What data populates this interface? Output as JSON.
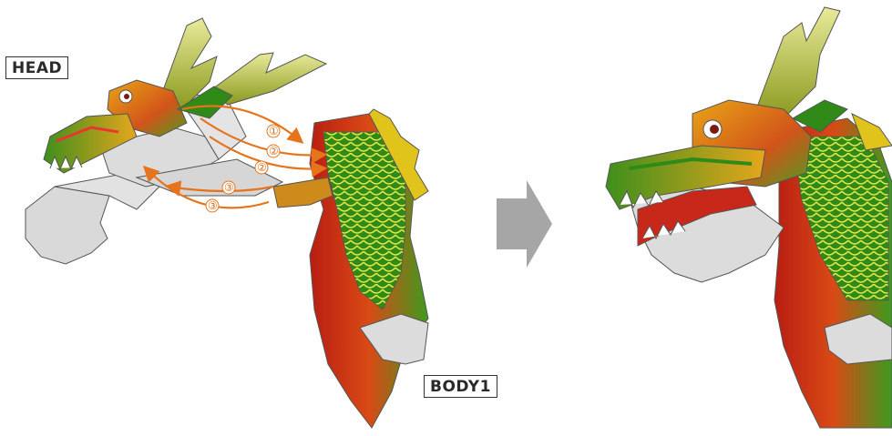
{
  "labels": {
    "head": "HEAD",
    "body": "BODY1"
  },
  "steps": [
    "①",
    "②",
    "②",
    "③",
    "③"
  ],
  "colors": {
    "arrow": "#e5741c",
    "part_grey": "#d9d9d9",
    "outline": "#555555",
    "scale_green": "#3a9a1e",
    "body_red": "#c8281a",
    "horn_yellow": "#c9d45a",
    "arrow_grey": "#a6a6a6"
  }
}
